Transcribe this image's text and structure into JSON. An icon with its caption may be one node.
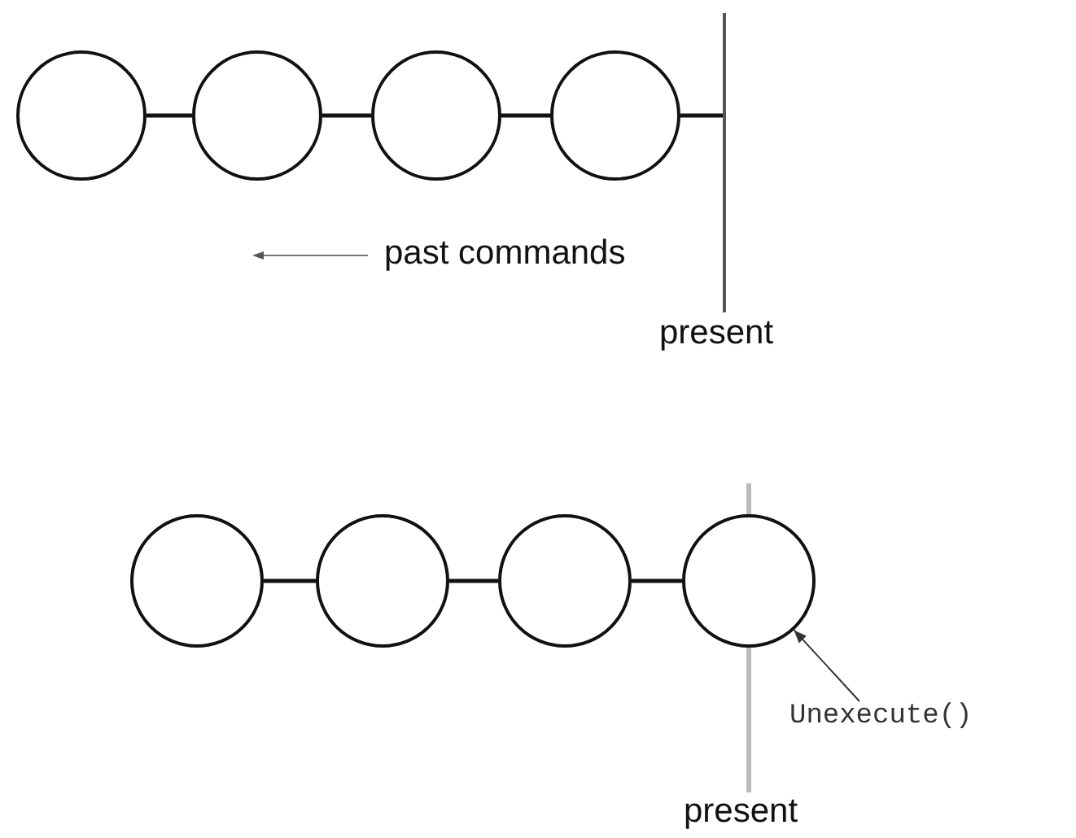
{
  "diagram": {
    "nodes": [
      {
        "text": [],
        "shape": "circle"
      },
      {
        "text": [],
        "shape": "circle"
      },
      {
        "text": [],
        "shape": "circle"
      },
      {
        "text": [],
        "shape": "circle"
      },
      {
        "text": [],
        "shape": "bar"
      },
      {
        "text": [],
        "shape": "circle"
      },
      {
        "text": [],
        "shape": "circle"
      },
      {
        "text": [],
        "shape": "circle"
      },
      {
        "text": [],
        "shape": "circle"
      },
      {
        "text": [
          "Unexecute()"
        ]
      }
    ],
    "edges": [
      {
        "from": 0,
        "to": 1,
        "arrow": "none"
      },
      {
        "from": 1,
        "to": 2,
        "arrow": "none"
      },
      {
        "from": 2,
        "to": 3,
        "arrow": "none"
      },
      {
        "from": 3,
        "to": 4,
        "arrow": "none"
      },
      {
        "from": 5,
        "to": 6,
        "arrow": "none"
      },
      {
        "from": 6,
        "to": 7,
        "arrow": "none"
      },
      {
        "from": 7,
        "to": 8,
        "arrow": "none"
      },
      {
        "from": 9,
        "to": 8,
        "arrow": "to"
      }
    ],
    "labels": [
      "past commands",
      "present",
      "present"
    ]
  }
}
